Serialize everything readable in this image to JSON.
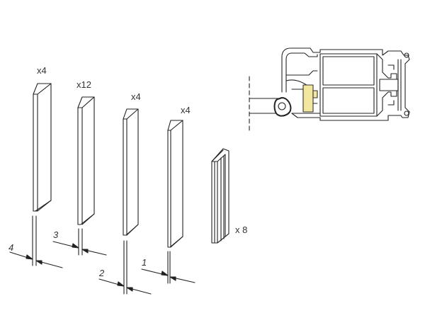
{
  "packers": [
    {
      "quantity": "x4",
      "thickness_label": "4"
    },
    {
      "quantity": "x12",
      "thickness_label": "3"
    },
    {
      "quantity": "x4",
      "thickness_label": "2"
    },
    {
      "quantity": "x4",
      "thickness_label": "1"
    }
  ],
  "gasket": {
    "quantity": "x 8"
  },
  "colors": {
    "line": "#222222",
    "highlight": "#f3e7a0",
    "background": "#ffffff"
  }
}
